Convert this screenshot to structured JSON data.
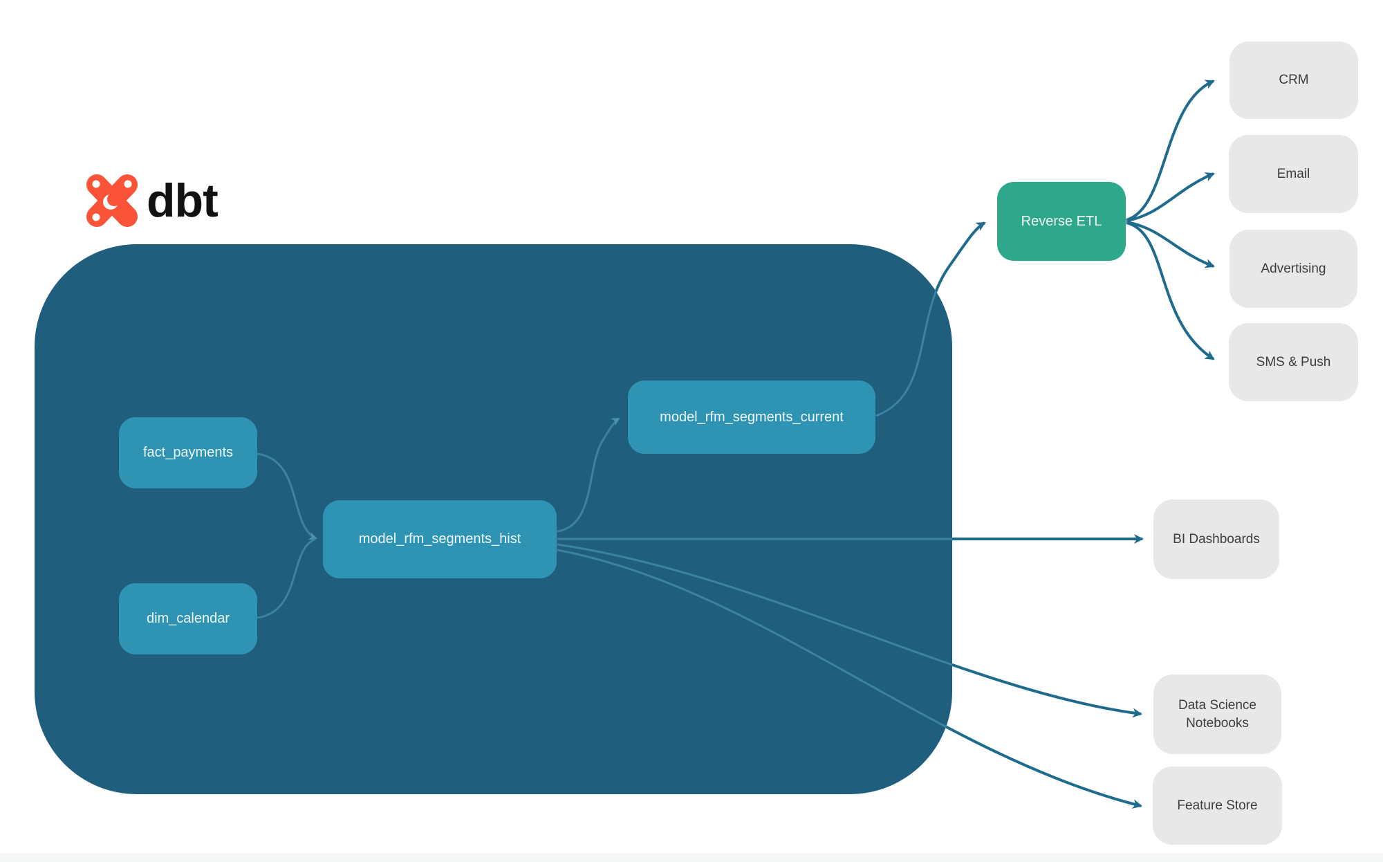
{
  "brand": {
    "name": "dbt"
  },
  "nodes": {
    "fact_payments": {
      "label": "fact_payments"
    },
    "dim_calendar": {
      "label": "dim_calendar"
    },
    "rfm_hist": {
      "label": "model_rfm_segments_hist"
    },
    "rfm_current": {
      "label": "model_rfm_segments_current"
    },
    "reverse_etl": {
      "label": "Reverse ETL"
    },
    "crm": {
      "label": "CRM"
    },
    "email": {
      "label": "Email"
    },
    "advertising": {
      "label": "Advertising"
    },
    "sms_push": {
      "label": "SMS & Push"
    },
    "bi_dashboards": {
      "label": "BI Dashboards"
    },
    "ds_notebooks": {
      "label": "Data Science Notebooks"
    },
    "feature_store": {
      "label": "Feature Store"
    }
  },
  "edges": [
    {
      "from": "fact_payments",
      "to": "rfm_hist"
    },
    {
      "from": "dim_calendar",
      "to": "rfm_hist"
    },
    {
      "from": "rfm_hist",
      "to": "rfm_current"
    },
    {
      "from": "rfm_current",
      "to": "reverse_etl"
    },
    {
      "from": "reverse_etl",
      "to": "crm"
    },
    {
      "from": "reverse_etl",
      "to": "email"
    },
    {
      "from": "reverse_etl",
      "to": "advertising"
    },
    {
      "from": "reverse_etl",
      "to": "sms_push"
    },
    {
      "from": "rfm_hist",
      "to": "bi_dashboards"
    },
    {
      "from": "rfm_hist",
      "to": "ds_notebooks"
    },
    {
      "from": "rfm_hist",
      "to": "feature_store"
    }
  ],
  "colors": {
    "container_bg": "#205e7d",
    "inner_node_bg": "#2f94b4",
    "green_node_bg": "#2ea78b",
    "gray_node_bg": "#e8e8e8",
    "edge_dark": "#1f6b8d",
    "edge_light": "#3c82a2",
    "logo_orange": "#fa5338"
  }
}
